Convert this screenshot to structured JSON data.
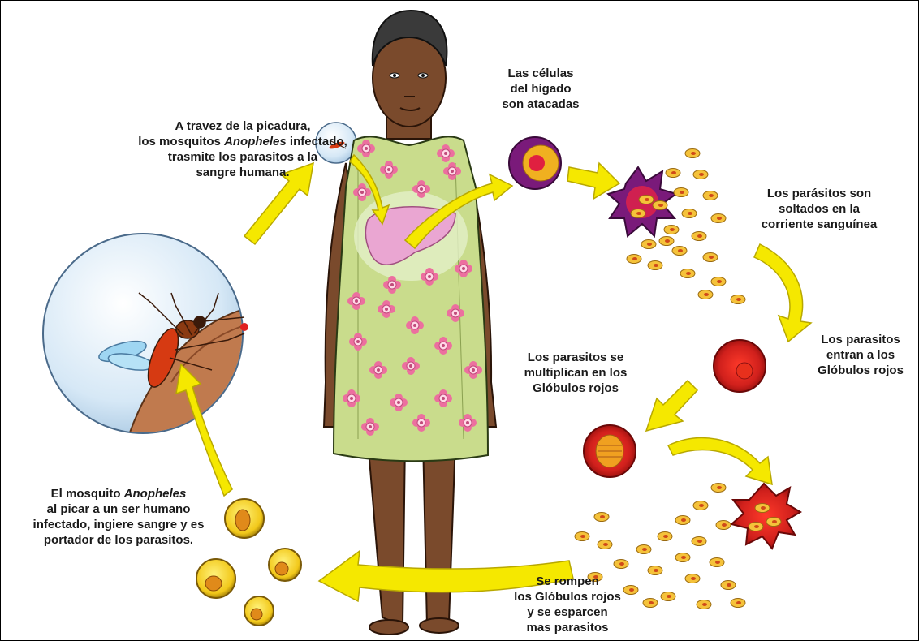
{
  "labels": {
    "bite": {
      "line1": "A travez de la picadura,",
      "line2_pre": "los mosquitos ",
      "line2_italic": "Anopheles",
      "line2_post": " infectado,",
      "line3": "trasmite los parasitos a la",
      "line4": "sangre humana."
    },
    "liver": {
      "line1": "Las células",
      "line2": "del hígado",
      "line3": "son atacadas"
    },
    "released": {
      "line1": "Los parásitos son",
      "line2": "soltados en la",
      "line3": "corriente sanguínea"
    },
    "enter_rbc": {
      "line1": "Los parasitos",
      "line2": "entran a los",
      "line3": "Glóbulos rojos"
    },
    "multiply": {
      "line1": "Los parasitos se",
      "line2": "multiplican en los",
      "line3": "Glóbulos rojos"
    },
    "burst": {
      "line1": "Se rompen",
      "line2": "los Glóbulos rojos",
      "line3": "y se esparcen",
      "line4": "mas parasitos"
    },
    "mosquito_ingest": {
      "line1_pre": "El mosquito ",
      "line1_italic": "Anopheles",
      "line2": "al picar a un ser humano",
      "line3": "infectado, ingiere sangre y es",
      "line4": "portador de los parasitos."
    }
  },
  "colors": {
    "arrow": "#f5e800",
    "arrow_stroke": "#b8a800",
    "skin": "#8b5a3c",
    "dress": "#c9dc8c",
    "flower": "#e86a9a",
    "rbc": "#d0201c",
    "parasite": "#f0b020",
    "liver": "#e8a8d0",
    "bubble": "#cfe4f4"
  }
}
